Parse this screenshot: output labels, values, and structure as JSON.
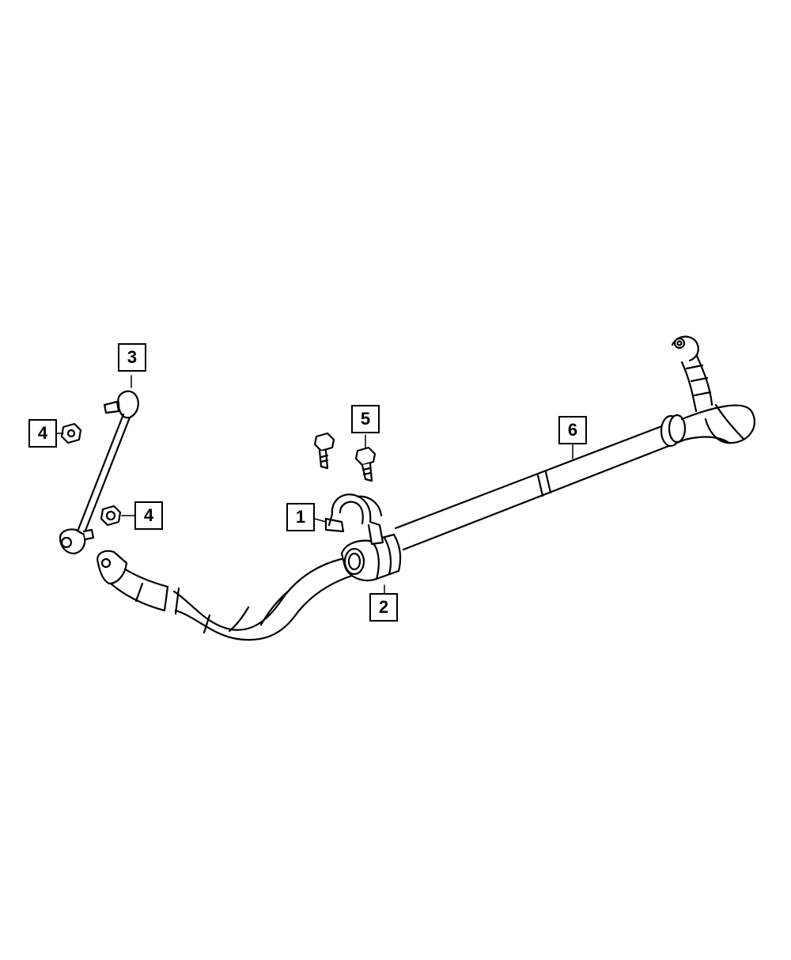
{
  "diagram": {
    "callouts": [
      {
        "id": "c1",
        "label": "1"
      },
      {
        "id": "c2",
        "label": "2"
      },
      {
        "id": "c3",
        "label": "3"
      },
      {
        "id": "c4a",
        "label": "4"
      },
      {
        "id": "c4b",
        "label": "4"
      },
      {
        "id": "c5",
        "label": "5"
      },
      {
        "id": "c6",
        "label": "6"
      }
    ],
    "colors": {
      "line": "#000000",
      "fill": "#ffffff"
    }
  }
}
